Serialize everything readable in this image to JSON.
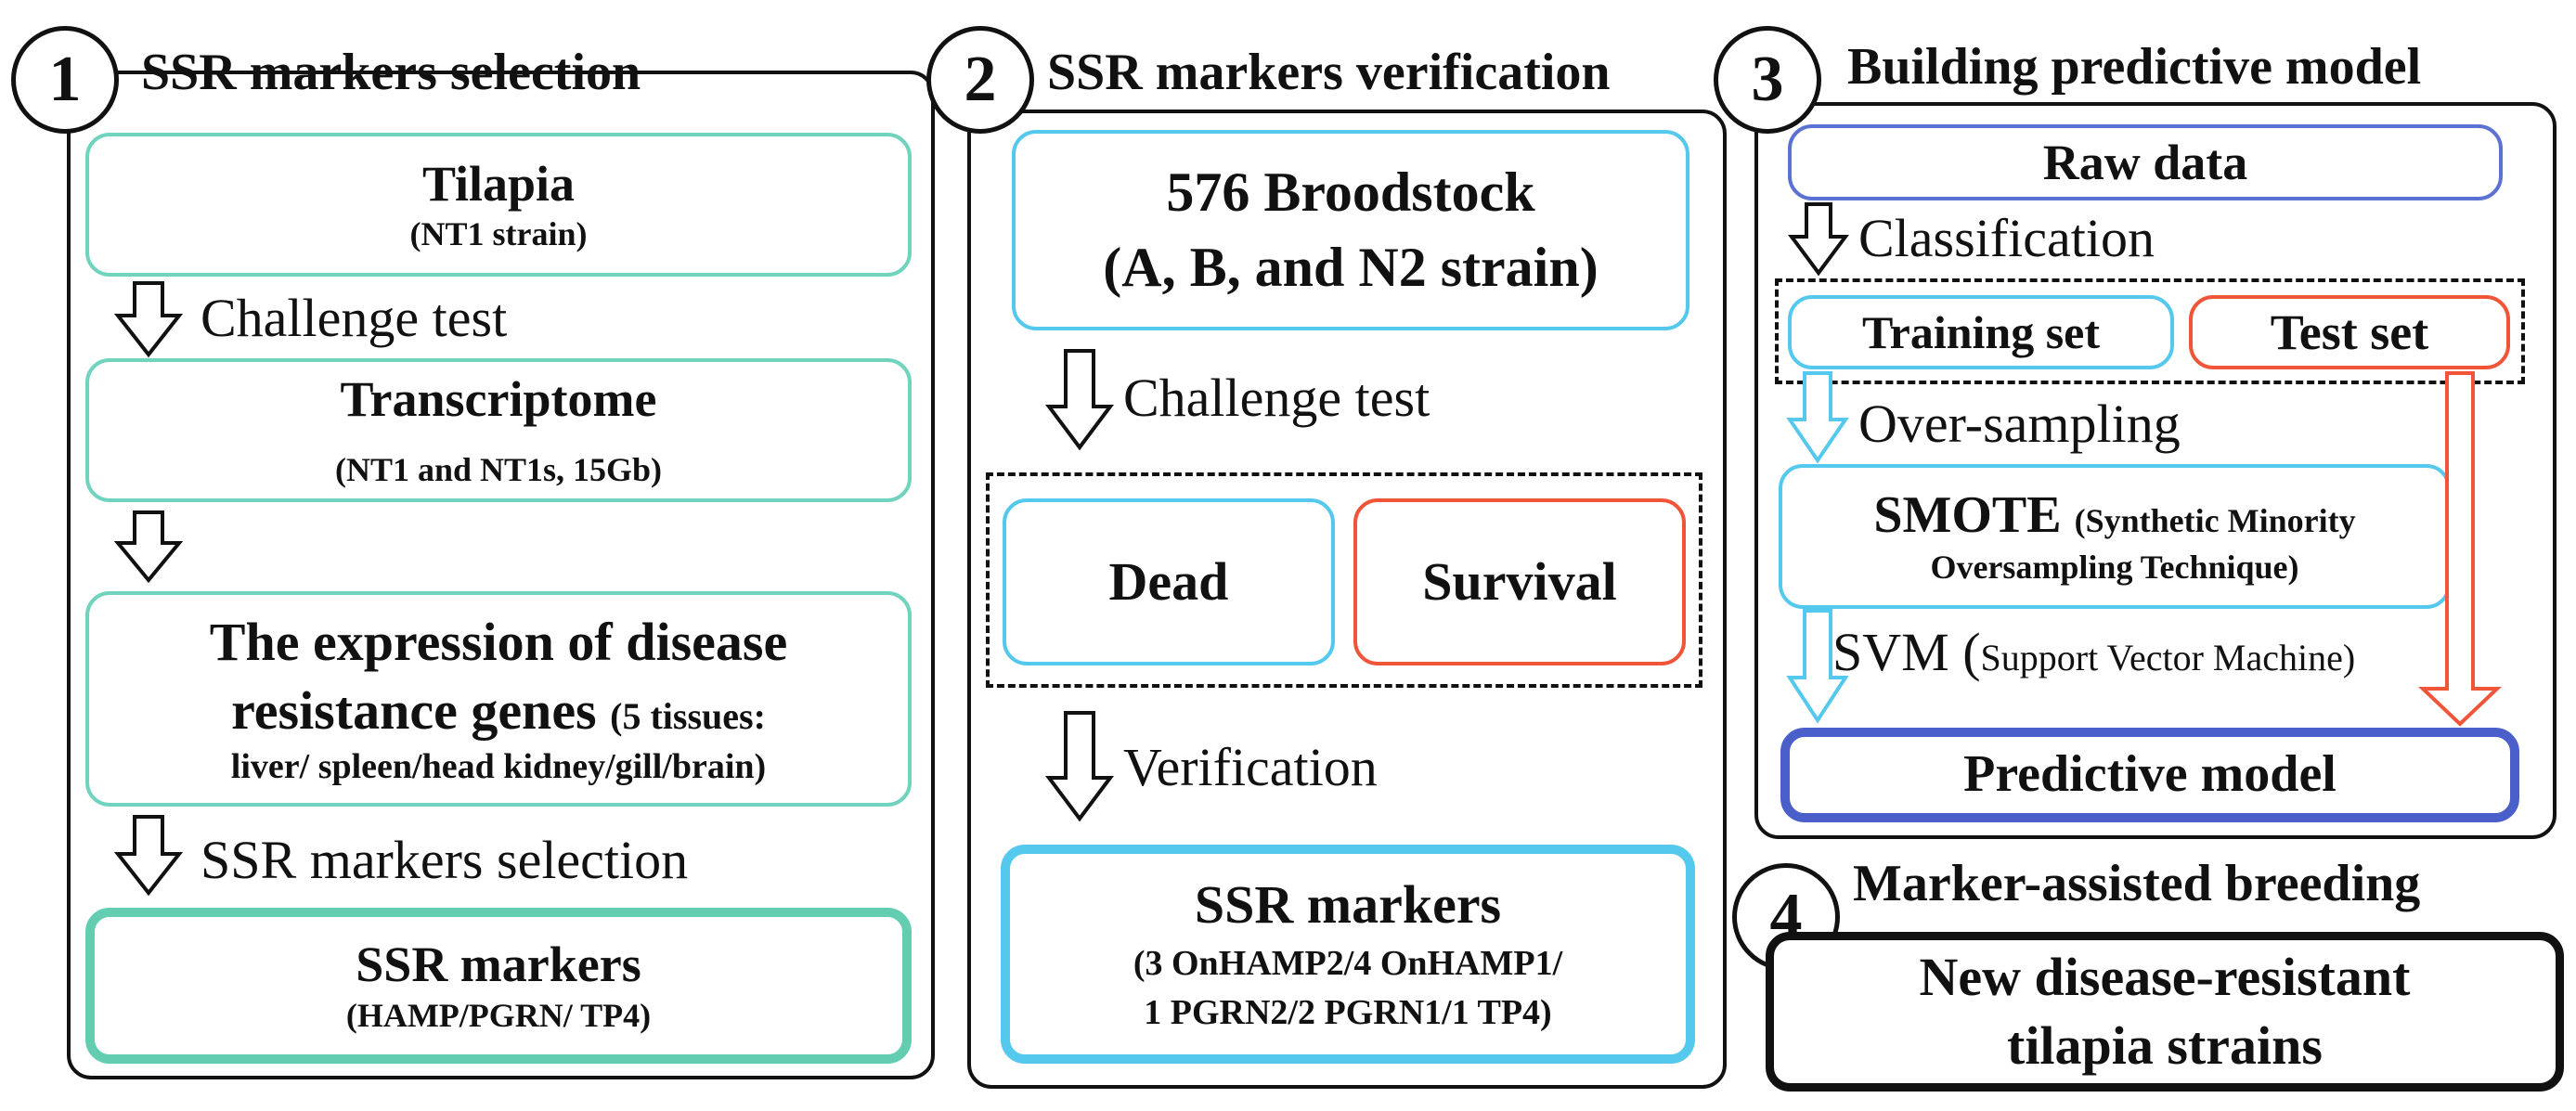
{
  "panel1": {
    "number": "1",
    "title": "SSR markers selection",
    "box_tilapia": {
      "title": "Tilapia",
      "sub": "(NT1 strain)"
    },
    "arrow1_label": "Challenge test",
    "box_transcriptome": {
      "title": "Transcriptome",
      "sub": "(NT1 and NT1s, 15Gb)"
    },
    "box_expression": {
      "line1": "The expression of disease",
      "line2": "resistance genes",
      "line2_small": "(5 tissues:",
      "line3": "liver/ spleen/head kidney/gill/brain)"
    },
    "arrow3_label": "SSR markers selection",
    "box_markers": {
      "title": "SSR markers",
      "sub": "(HAMP/PGRN/ TP4)"
    }
  },
  "panel2": {
    "number": "2",
    "title": "SSR markers verification",
    "box_broodstock": {
      "line1": "576 Broodstock",
      "line2": "(A, B, and N2 strain)"
    },
    "arrow1_label": "Challenge test",
    "box_dead": "Dead",
    "box_survival": "Survival",
    "arrow2_label": "Verification",
    "box_markers": {
      "title": "SSR markers",
      "sub1": "(3 OnHAMP2/4 OnHAMP1/",
      "sub2": "1 PGRN2/2 PGRN1/1 TP4)"
    }
  },
  "panel3": {
    "number": "3",
    "title": "Building predictive model",
    "box_raw": "Raw data",
    "classification_label": "Classification",
    "box_training": "Training set",
    "box_test": "Test set",
    "oversampling_label": "Over-sampling",
    "box_smote": {
      "title": "SMOTE",
      "sub1": "(Synthetic Minority",
      "sub2": "Oversampling Technique)"
    },
    "svm_label": "SVM (",
    "svm_small": "Support Vector Machine)",
    "box_predictive": "Predictive model"
  },
  "panel4": {
    "number": "4",
    "title": "Marker-assisted breeding",
    "box": {
      "line1": "New disease-resistant",
      "line2": "tilapia strains"
    }
  },
  "colors": {
    "teal": "#62cdb0",
    "light_blue": "#55c8ee",
    "red": "#f0553a",
    "navy": "#4a5fc9",
    "black": "#111111"
  }
}
